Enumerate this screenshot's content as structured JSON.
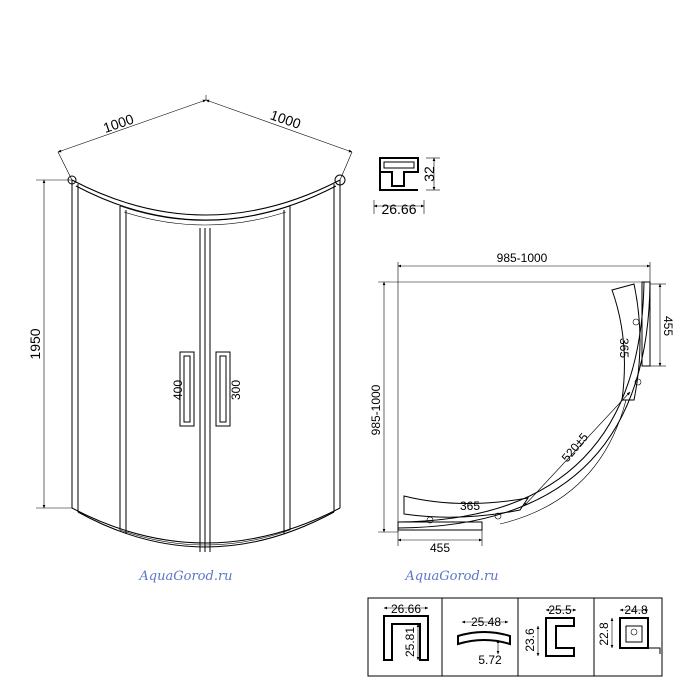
{
  "main_view": {
    "top_left_width": "1000",
    "top_right_width": "1000",
    "height": "1950",
    "handle_left": "400",
    "handle_right": "300"
  },
  "top_profile": {
    "width": "26.66",
    "height": "32"
  },
  "plan_view": {
    "width_range": "985-1000",
    "depth_range": "985-1000",
    "fixed_panel_right": "455",
    "fixed_panel_bottom": "455",
    "radius_right": "365",
    "radius_bottom": "365",
    "opening": "520±5"
  },
  "watermarks": [
    "AquaGorod.ru",
    "AquaGorod.ru"
  ],
  "profiles": [
    {
      "w": "26.66",
      "h": "25.81"
    },
    {
      "w": "25.48",
      "h": "5.72"
    },
    {
      "w": "25.5",
      "h": "23.6"
    },
    {
      "w": "24.8",
      "h": "22.8"
    }
  ]
}
